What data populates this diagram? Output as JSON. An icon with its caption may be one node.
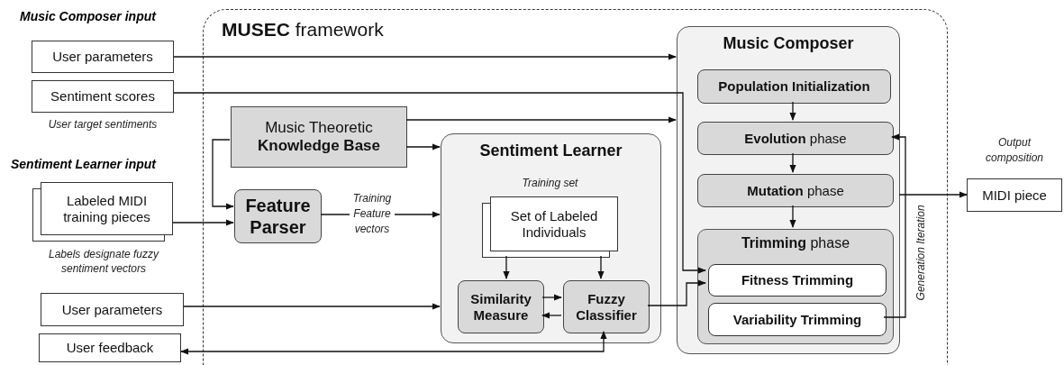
{
  "diagram": {
    "nodes": [
      {
        "text": [
          "**MUSEC** framework"
        ]
      },
      {
        "text": [
          "User parameters"
        ]
      },
      {
        "text": [
          "Sentiment scores"
        ],
        "beside": [
          "User target sentiments"
        ]
      },
      {
        "text": [
          "Labeled MIDI training pieces"
        ],
        "beside": [
          "Labels designate fuzzy sentiment vectors"
        ]
      },
      {
        "text": [
          "User parameters"
        ]
      },
      {
        "text": [
          "User feedback"
        ]
      },
      {
        "text": [
          "Music Theoretic **Knowledge Base**"
        ],
        "in": 0
      },
      {
        "text": [
          "Feature Parser"
        ],
        "in": 0
      },
      {
        "text": [
          "Sentiment Learner"
        ],
        "in": 0
      },
      {
        "text": [
          "Set of Labeled Individuals"
        ],
        "in": 8,
        "beside": [
          "Training set"
        ]
      },
      {
        "text": [
          "Similarity Measure"
        ],
        "in": 8
      },
      {
        "text": [
          "Fuzzy Classifier"
        ],
        "in": 8
      },
      {
        "text": [
          "Music Composer"
        ],
        "in": 0
      },
      {
        "text": [
          "Population Initialization"
        ],
        "in": 12
      },
      {
        "text": [
          "**Evolution** phase"
        ],
        "in": 12
      },
      {
        "text": [
          "**Mutation** phase"
        ],
        "in": 12
      },
      {
        "text": [
          "**Trimming** phase"
        ],
        "in": 12
      },
      {
        "text": [
          "Fitness Trimming"
        ],
        "in": 16
      },
      {
        "text": [
          "Variability Trimming"
        ],
        "in": 16
      },
      {
        "text": [
          "MIDI piece"
        ]
      }
    ],
    "edges": [
      {
        "from": 1,
        "to": 12,
        "arrow": "to"
      },
      {
        "from": 2,
        "to": 17,
        "arrow": "to"
      },
      {
        "from": 6,
        "to": 12,
        "arrow": "to"
      },
      {
        "from": 6,
        "to": 8,
        "arrow": "to"
      },
      {
        "from": 6,
        "to": 7,
        "arrow": "to"
      },
      {
        "from": 3,
        "to": 7,
        "arrow": "to"
      },
      {
        "from": 7,
        "to": 8,
        "label": "Training Feature vectors",
        "arrow": "to"
      },
      {
        "from": 9,
        "to": 10,
        "arrow": "to"
      },
      {
        "from": 9,
        "to": 11,
        "arrow": "to"
      },
      {
        "from": 10,
        "to": 11,
        "arrow": "to"
      },
      {
        "from": 11,
        "to": 10,
        "arrow": "to"
      },
      {
        "from": 11,
        "to": 17,
        "arrow": "to"
      },
      {
        "from": 4,
        "to": 8,
        "arrow": "to"
      },
      {
        "from": 11,
        "to": 5,
        "arrow": "both"
      },
      {
        "from": 13,
        "to": 14,
        "arrow": "to"
      },
      {
        "from": 14,
        "to": 15,
        "arrow": "to"
      },
      {
        "from": 15,
        "to": 16,
        "arrow": "to"
      },
      {
        "from": 18,
        "to": 14,
        "label": "Generation Iteration",
        "arrow": "to"
      },
      {
        "from": 12,
        "to": 19,
        "label": "Output composition",
        "arrow": "to"
      }
    ],
    "labels": [
      "Music Composer input",
      "Sentiment Learner input"
    ]
  }
}
